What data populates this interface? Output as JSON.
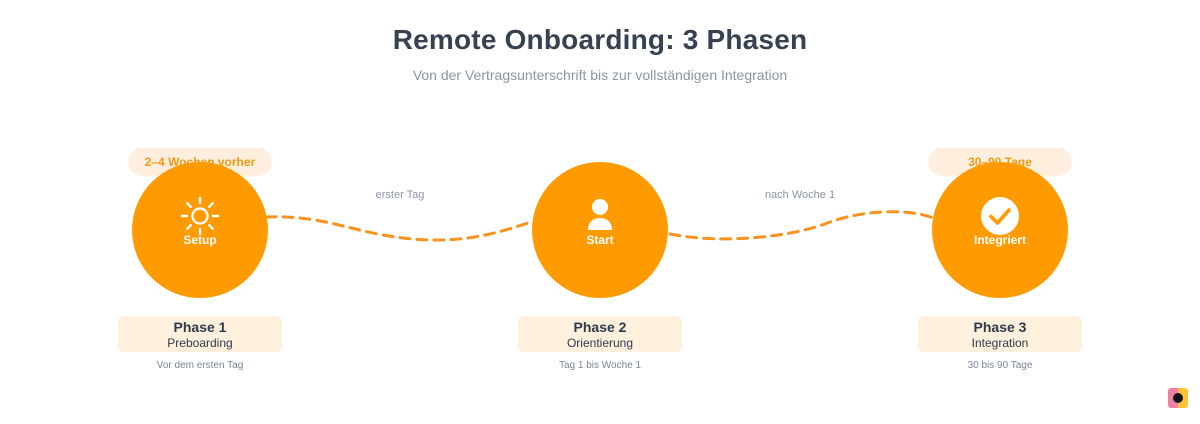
{
  "header": {
    "title": "Remote Onboarding: 3 Phasen",
    "subtitle": "Von der Vertragsunterschrift bis zur vollständigen Integration"
  },
  "colors": {
    "accent": "#ff9a00",
    "pill_bg": "#fdeede",
    "card_bg": "#fef0dd",
    "title": "#364152",
    "muted": "#8a94a3"
  },
  "phases": [
    {
      "pill": "2–4 Wochen vorher",
      "circle_label": "Setup",
      "icon": "sun-icon",
      "title": "Phase 1",
      "name": "Preboarding",
      "desc": "Vor dem ersten Tag"
    },
    {
      "pill": "",
      "circle_label": "Start",
      "icon": "person-icon",
      "title": "Phase 2",
      "name": "Orientierung",
      "desc": "Tag 1 bis Woche 1"
    },
    {
      "pill": "30–90 Tage",
      "circle_label": "Integriert",
      "icon": "check-circle-icon",
      "title": "Phase 3",
      "name": "Integration",
      "desc": "30 bis 90 Tage"
    }
  ],
  "connectors": [
    {
      "label": "erster Tag"
    },
    {
      "label": "nach Woche 1"
    }
  ]
}
